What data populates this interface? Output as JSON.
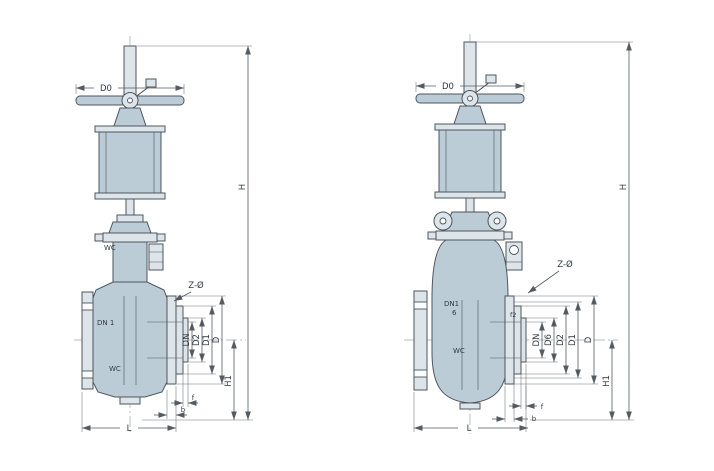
{
  "colors": {
    "background": "#ffffff",
    "line": "#4d565e",
    "fill": "#bcccd6",
    "fill_light": "#dde5ea",
    "dimension": "#555b60",
    "centerline": "#9aa7b0"
  },
  "left_valve": {
    "labels": {
      "d0": "D0",
      "z_holes": "Z-Ø",
      "bore": "DN 1",
      "material_upper": "WC",
      "material_lower": "WC",
      "dn": "DN",
      "d2": "D2",
      "d1": "D1",
      "d": "D",
      "h1": "H1",
      "h": "H",
      "l": "L",
      "f": "f",
      "b": "b"
    }
  },
  "right_valve": {
    "labels": {
      "d0": "D0",
      "z_holes": "Z-Ø",
      "bore": "DN1",
      "bore_sub": "6",
      "f2": "f2",
      "material": "WC",
      "dn": "DN",
      "d6": "D6",
      "d2": "D2",
      "d1": "D1",
      "d": "D",
      "h1": "H1",
      "h": "H",
      "l": "L",
      "f": "f",
      "b": "b"
    }
  }
}
